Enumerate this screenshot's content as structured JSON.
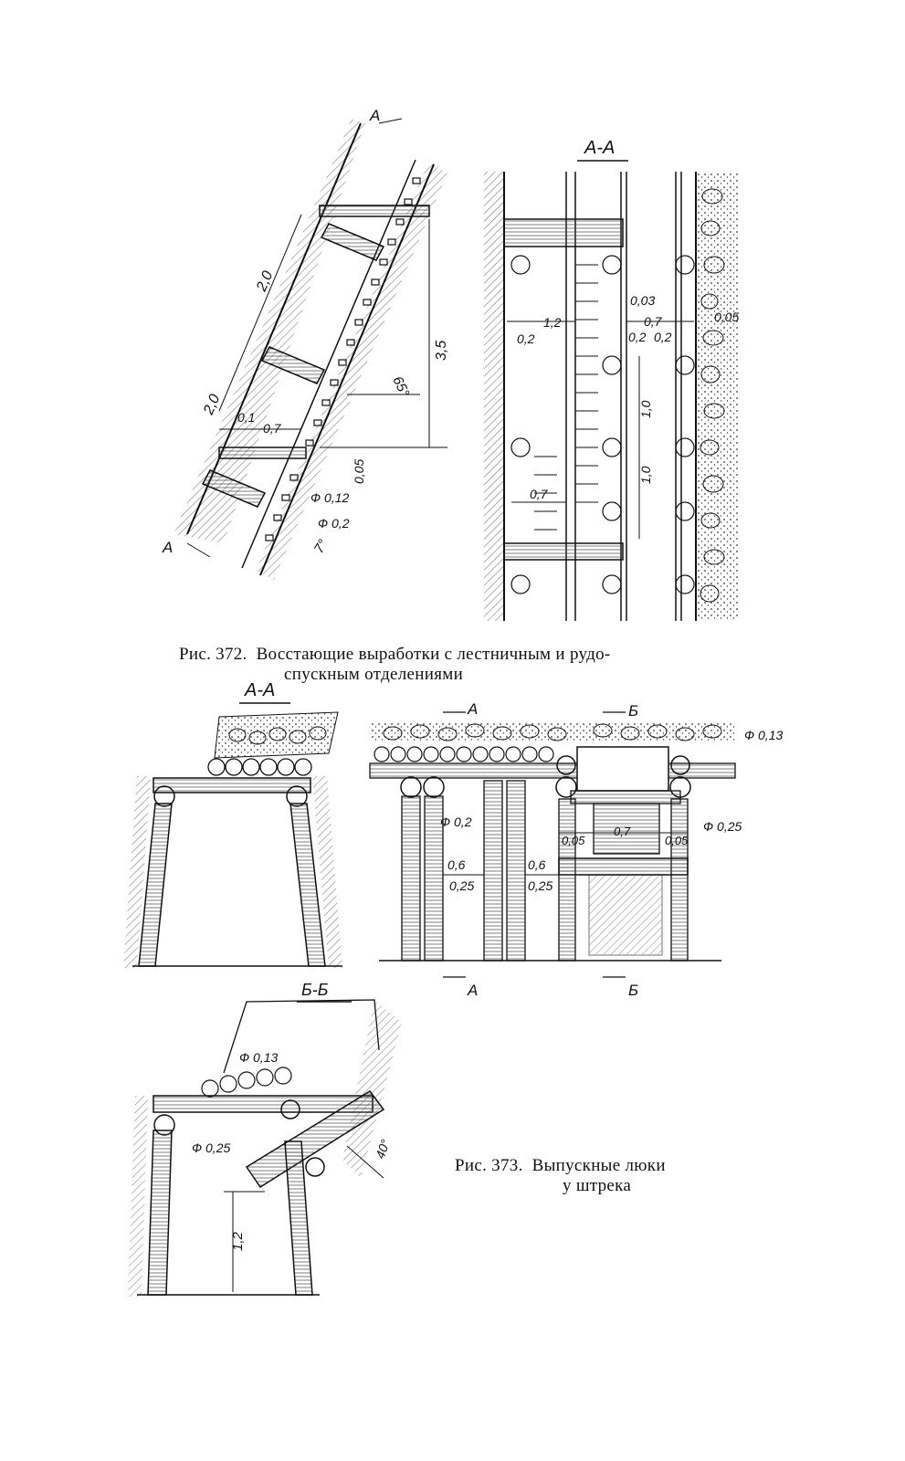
{
  "fig372": {
    "caption_prefix": "Рис. 372.",
    "caption_line1": "Восстающие выработки с лестничным и рудо-",
    "caption_line2": "спускным отделениями",
    "left_labels": {
      "section_a_top": "А",
      "section_a_bottom": "А",
      "len_upper": "2,0",
      "len_lower": "2,0",
      "height": "3,5",
      "angle_main": "65°",
      "angle_small": "7°",
      "d_01": "0,1",
      "d_07": "0,7",
      "d_005": "0,05",
      "phi_012": "Ф 0,12",
      "phi_02": "Ф 0,2"
    },
    "right_labels": {
      "section_title": "А-А",
      "w_12": "1,2",
      "w_02_left": "0,2",
      "w_003": "0,03",
      "w_07": "0,7",
      "w_02_a": "0,2",
      "w_02_b": "0,2",
      "w_005": "0,05",
      "h_10_upper": "1,0",
      "h_10_lower": "1,0",
      "w_07_ladder": "0,7"
    }
  },
  "fig373": {
    "caption_prefix": "Рис. 373.",
    "caption_line1": "Выпускные люки",
    "caption_line2": "у штрека",
    "aa_labels": {
      "title": "А-А"
    },
    "front_labels": {
      "cut_a_top": "А",
      "cut_b_top": "Б",
      "cut_a_bottom": "А",
      "cut_b_bottom": "Б",
      "phi_013": "Ф 0,13",
      "phi_02": "Ф 0,2",
      "phi_025": "Ф 0,25",
      "d_005_left": "0,05",
      "d_07": "0,7",
      "d_005_right": "0,05",
      "d_06_left": "0,6",
      "d_06_right": "0,6",
      "d_025_left": "0,25",
      "d_025_right": "0,25"
    },
    "bb_labels": {
      "title": "Б-Б",
      "phi_013": "Ф 0,13",
      "phi_025": "Ф 0,25",
      "height": "1,2",
      "angle": "40°"
    }
  }
}
